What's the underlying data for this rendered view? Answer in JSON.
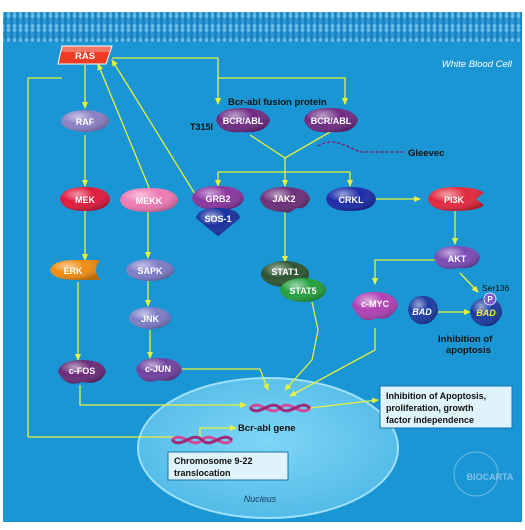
{
  "cell_label": "White Blood Cell",
  "nucleus_label": "Nucleus",
  "nodes": {
    "ras": "RAS",
    "raf": "RAF",
    "mek": "MEK",
    "mekk": "MEKK",
    "erk": "ERK",
    "sapk": "SAPK",
    "jnk": "JNK",
    "cfos": "c-FOS",
    "cjun": "c-JUN",
    "bcr_abl_1": "BCR/ABL",
    "bcr_abl_2": "BCR/ABL",
    "grb2": "GRB2",
    "sos1": "SOS-1",
    "jak2": "JAK2",
    "crkl": "CRKL",
    "pi3k": "PI3K",
    "akt": "AKT",
    "stat1": "STAT1",
    "stat5": "STAT5",
    "cmyc": "c-MYC",
    "bad": "BAD",
    "bad_p": "BAD",
    "p": "P"
  },
  "labels": {
    "fusion_protein": "Bcr-abl fusion protein",
    "t315i": "T315I",
    "gleevec": "Gleevec",
    "ser136": "Ser136",
    "inhibition_apoptosis_1": "Inhibition of",
    "inhibition_apoptosis_2": "apoptosis",
    "effects_1": "Inhibition of Apoptosis,",
    "effects_2": "proliferation, growth",
    "effects_3": "factor independence",
    "bcr_abl_gene": "Bcr-abl gene",
    "chromosome_1": "Chromosome 9-22",
    "chromosome_2": "translocation",
    "logo": "BIOCARTA"
  },
  "colors": {
    "cell": "#1a96d4",
    "membrane": "#1673ad",
    "nucleus": "#5ec8f0",
    "arrow": "#e8f03c",
    "ras": "#ee3b24",
    "raf": "#8a7fc4",
    "mek": "#e0183c",
    "mekk": "#f07ab4",
    "erk": "#f08c10",
    "sapk": "#7d7cc8",
    "jnk": "#7d7cc8",
    "cfos": "#6a2a78",
    "cjun": "#7040a0",
    "bcr_abl": "#6e2a82",
    "grb2": "#8a34a0",
    "sos1": "#1830a0",
    "jak2": "#6a2e78",
    "crkl": "#1a2aa8",
    "pi3k": "#e2283c",
    "akt": "#7a4ab4",
    "stat1": "#2c5430",
    "stat5": "#22a03c",
    "cmyc": "#b040b4",
    "bad": "#1a3aa0",
    "gleevec_line": "#8a1060"
  }
}
